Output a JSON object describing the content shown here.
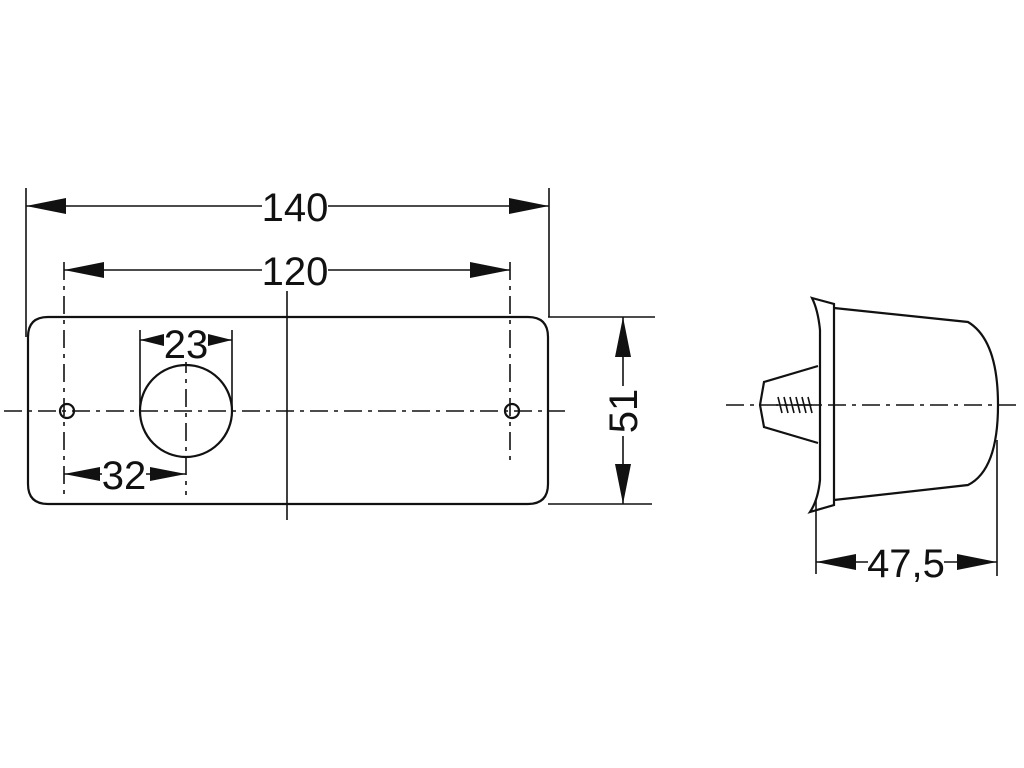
{
  "drawing": {
    "front_view": {
      "dim_overall_width": "140",
      "dim_hole_spacing": "120",
      "dim_lamp_hole_diameter": "23",
      "dim_lamp_hole_offset": "32",
      "dim_height": "51"
    },
    "side_view": {
      "dim_depth": "47,5"
    }
  }
}
